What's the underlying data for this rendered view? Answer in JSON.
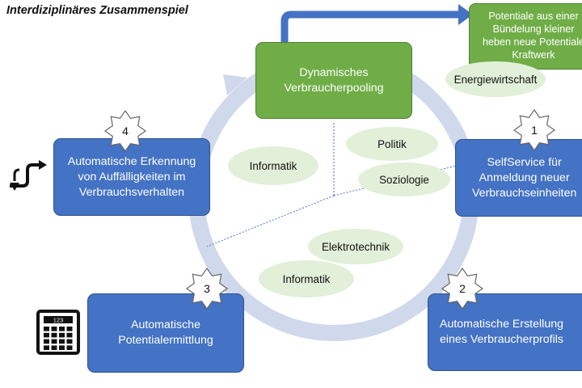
{
  "title": "Interdiziplinäres Zusammenspiel",
  "center_box": "Dynamisches\nVerbraucherpooling",
  "callout": "Potentiale aus einer\nBündelung kleiner\nheben neue Potentiale\nKraftwerk",
  "steps": [
    {
      "number": "1",
      "label": "SelfService für\nAnmeldung neuer\nVerbrauchseinheiten"
    },
    {
      "number": "2",
      "label": "Automatische Erstellung\neines Verbraucherprofils"
    },
    {
      "number": "3",
      "label": "Automatische\nPotentialermittlung"
    },
    {
      "number": "4",
      "label": "Automatische Erkennung\nvon Auffälligkeiten im\nVerbrauchsverhalten"
    }
  ],
  "disciplines": {
    "energiewirtschaft": "Energiewirtschaft",
    "politik": "Politik",
    "soziologie": "Soziologie",
    "informatik_left": "Informatik",
    "elektrotechnik": "Elektrotechnik",
    "informatik_bottom": "Informatik"
  },
  "icons": {
    "left_arrows": "swap-arrows-icon",
    "calculator": "calculator-icon",
    "calculator_display": "123"
  },
  "colors": {
    "blue_box": "#4472c4",
    "green_box": "#70ad47",
    "discipline_fill": "#e2efd9",
    "cycle_ring": "#d0d8ec",
    "divider": "#4472c4"
  }
}
